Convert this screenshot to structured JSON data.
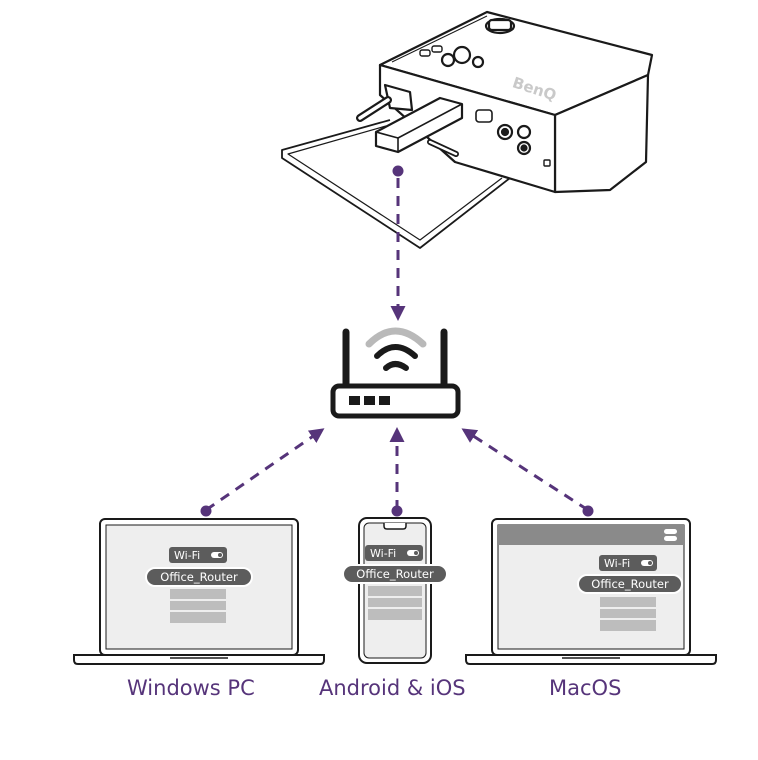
{
  "projector": {
    "brand": "BenQ"
  },
  "devices": {
    "windows": {
      "label": "Windows PC",
      "wifi_label": "Wi-Fi",
      "network_name": "Office_Router"
    },
    "mobile": {
      "label": "Android & iOS",
      "wifi_label": "Wi-Fi",
      "network_name": "Office_Router"
    },
    "mac": {
      "label": "MacOS",
      "wifi_label": "Wi-Fi",
      "network_name": "Office_Router"
    }
  },
  "colors": {
    "accent": "#56347a",
    "line": "#1a1a1a",
    "screen": "#eeeeee",
    "pill": "#5c5c5c",
    "mac_bar": "#8a8a8a",
    "wifi_arc": "#b9b9b9"
  },
  "icons": [
    "projector-icon",
    "wireless-dongle-icon",
    "router-icon",
    "wifi-signal-icon",
    "laptop-icon",
    "smartphone-icon"
  ]
}
